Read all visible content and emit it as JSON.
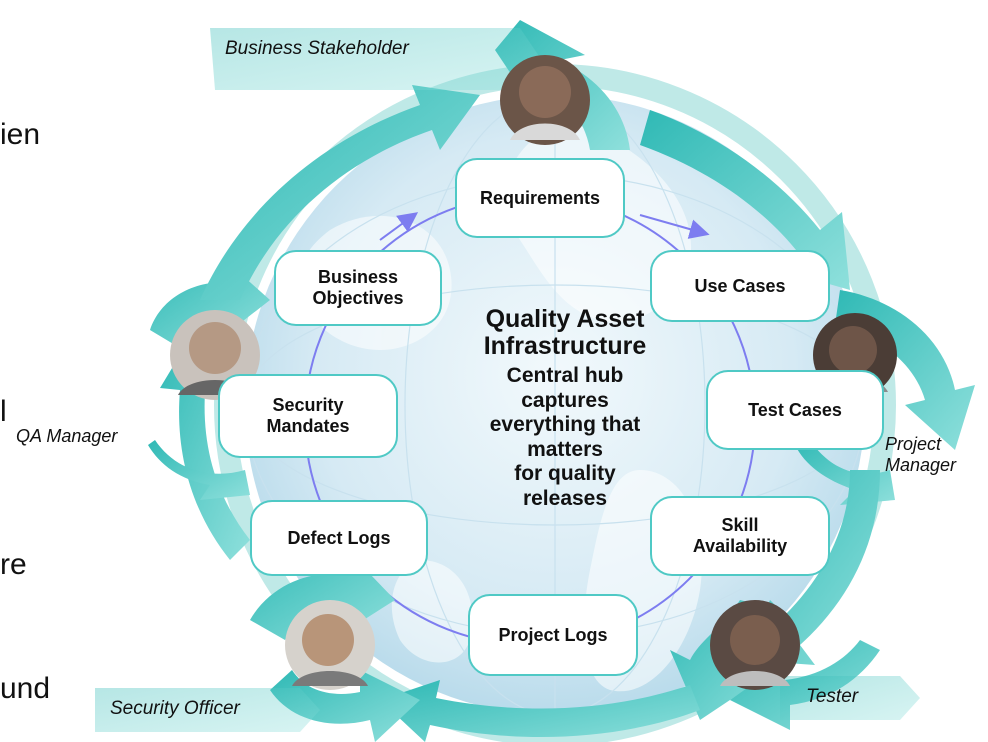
{
  "center": {
    "title": "Quality Asset\nInfrastructure",
    "subtitle": "Central hub\ncaptures\neverything that\nmatters\nfor quality\nreleases"
  },
  "nodes": [
    "Requirements",
    "Use Cases",
    "Test Cases",
    "Skill\nAvailability",
    "Project Logs",
    "Defect Logs",
    "Security\nMandates",
    "Business\nObjectives"
  ],
  "roles": [
    "Business Stakeholder",
    "Project\nManager",
    "Tester",
    "Security Officer",
    "QA Manager"
  ],
  "left_fragments": [
    "ien",
    "l",
    "re",
    "und"
  ],
  "colors": {
    "accent": "#3cc4c0",
    "node_border": "#4fc9c5",
    "inner_ring": "#7d7df0",
    "globe": "#d9ecf6"
  }
}
